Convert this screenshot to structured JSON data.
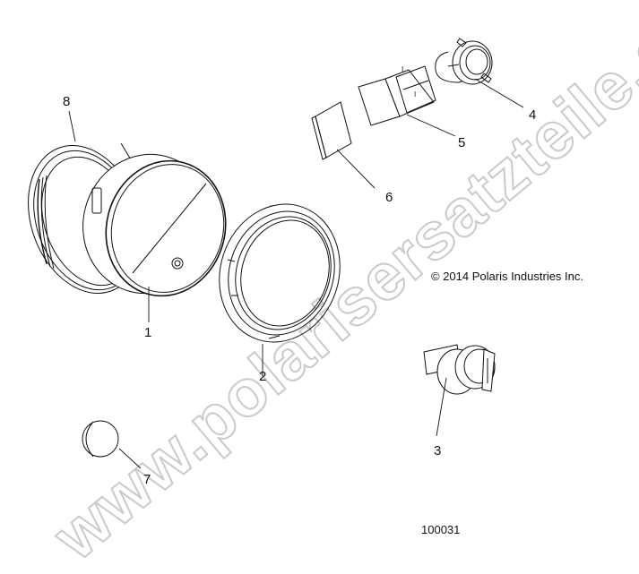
{
  "diagram": {
    "copyright": "© 2014 Polaris Industries Inc.",
    "diagram_id": "100031",
    "watermark": "www.polarisersatzteile.de",
    "line_color": "#111111",
    "watermark_color": "#c8c8c8",
    "callouts": [
      {
        "id": "1",
        "label": "1",
        "part": "gauge-housing"
      },
      {
        "id": "2",
        "label": "2",
        "part": "bezel-ring"
      },
      {
        "id": "3",
        "label": "3",
        "part": "ignition-switch"
      },
      {
        "id": "4",
        "label": "4",
        "part": "power-socket"
      },
      {
        "id": "5",
        "label": "5",
        "part": "rocker-switch"
      },
      {
        "id": "6",
        "label": "6",
        "part": "switch-plug"
      },
      {
        "id": "7",
        "label": "7",
        "part": "plug-cap"
      },
      {
        "id": "8",
        "label": "8",
        "part": "mounting-ring"
      }
    ]
  }
}
